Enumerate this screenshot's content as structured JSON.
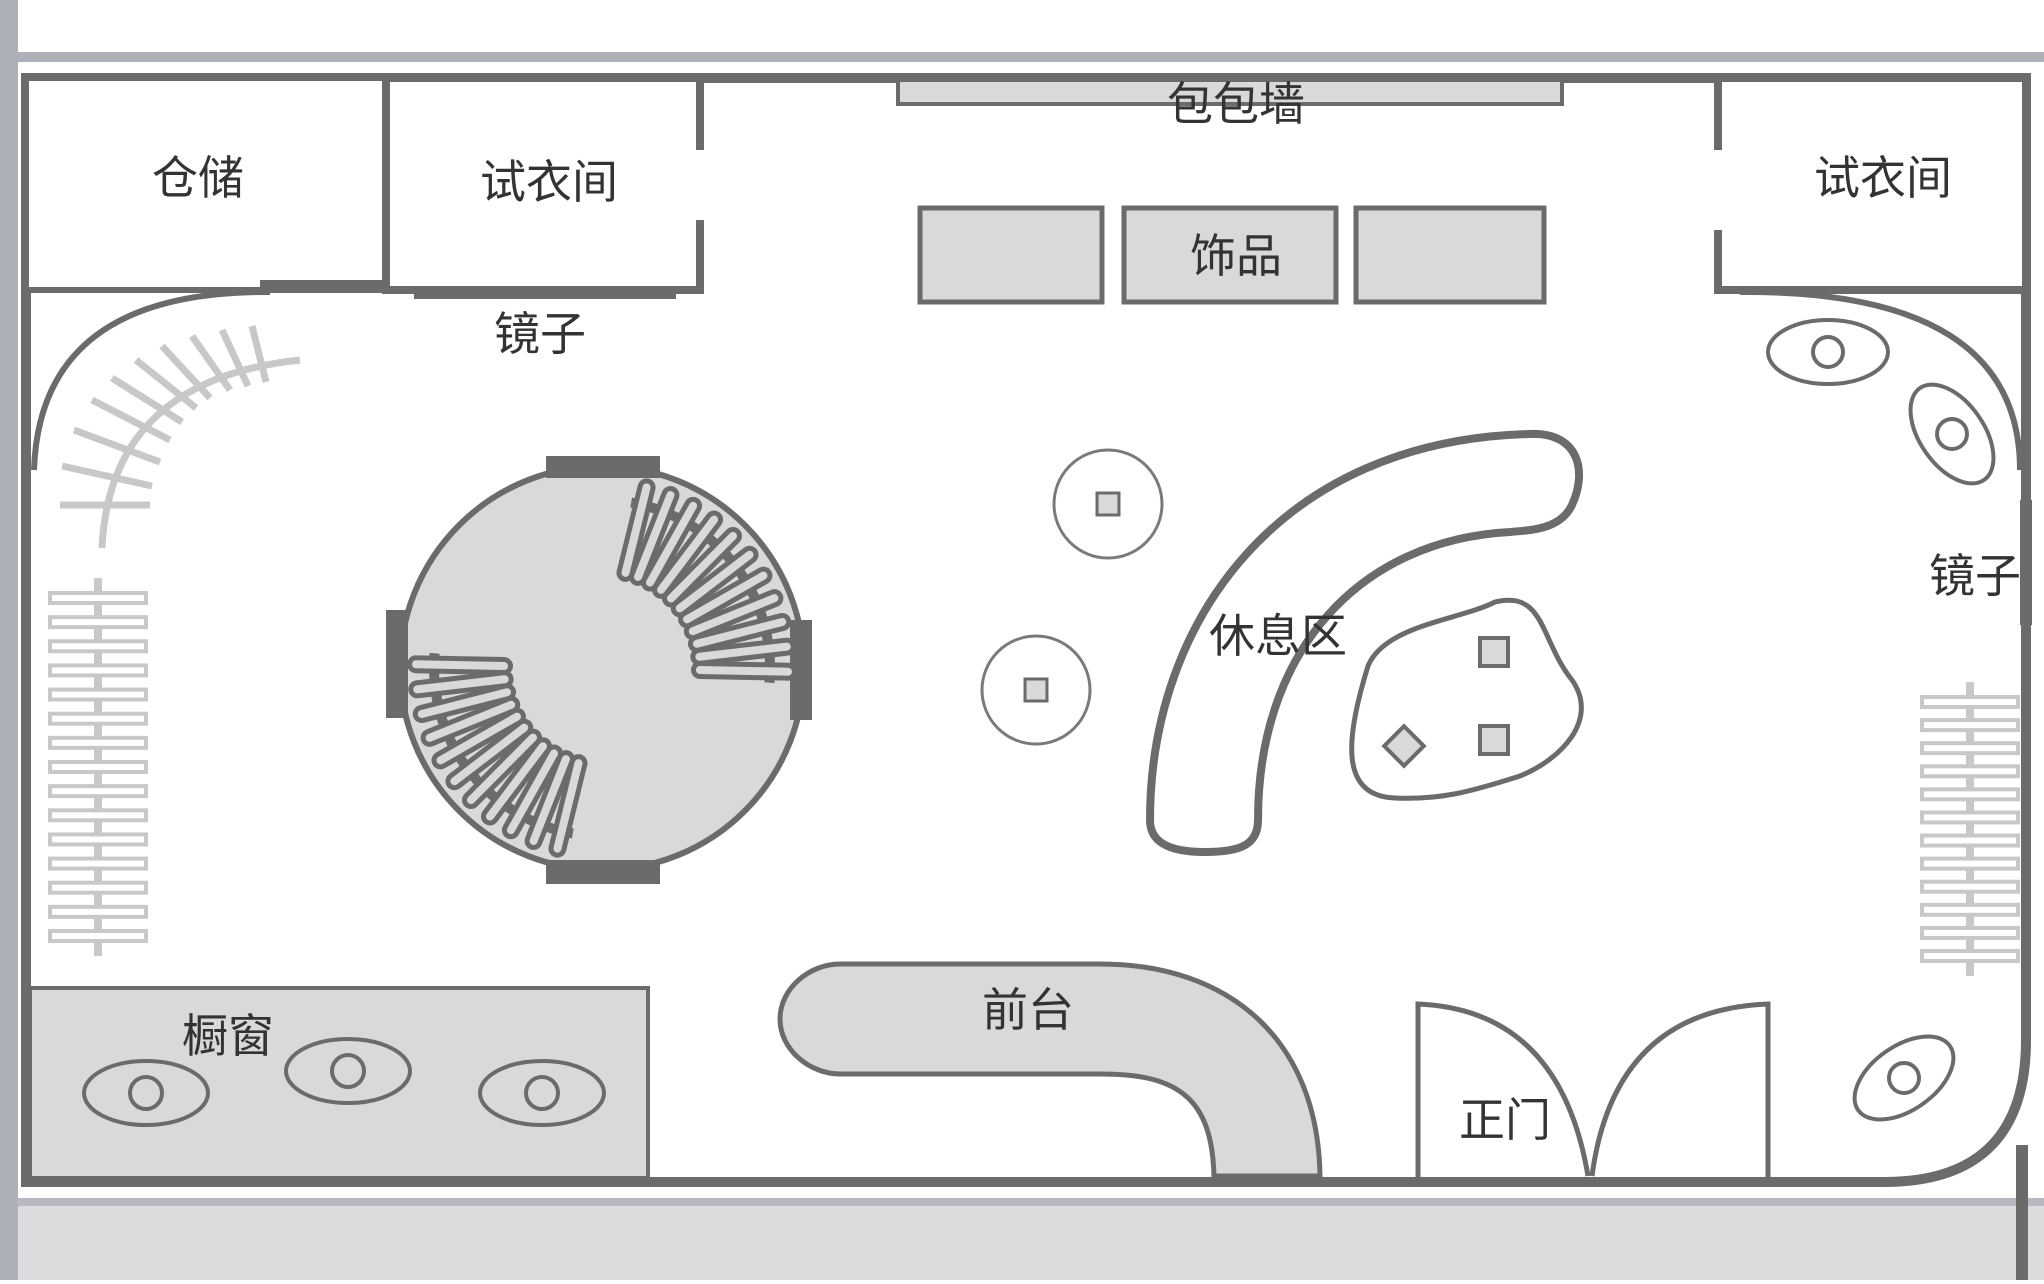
{
  "labels": {
    "storage": "仓储",
    "fitting_room_left": "试衣间",
    "fitting_room_right": "试衣间",
    "bag_wall": "包包墙",
    "accessories": "饰品",
    "mirror_top": "镜子",
    "mirror_right": "镜子",
    "lounge": "休息区",
    "front_desk": "前台",
    "main_door": "正门",
    "display_window": "橱窗"
  },
  "colors": {
    "wall": "#6b6b6b",
    "fill": "#d9d9d9",
    "light": "#c8c8c8",
    "line": "#7a7a7a",
    "text": "#333333",
    "outer": "#aeb0b8",
    "street": "#dcdcde"
  }
}
